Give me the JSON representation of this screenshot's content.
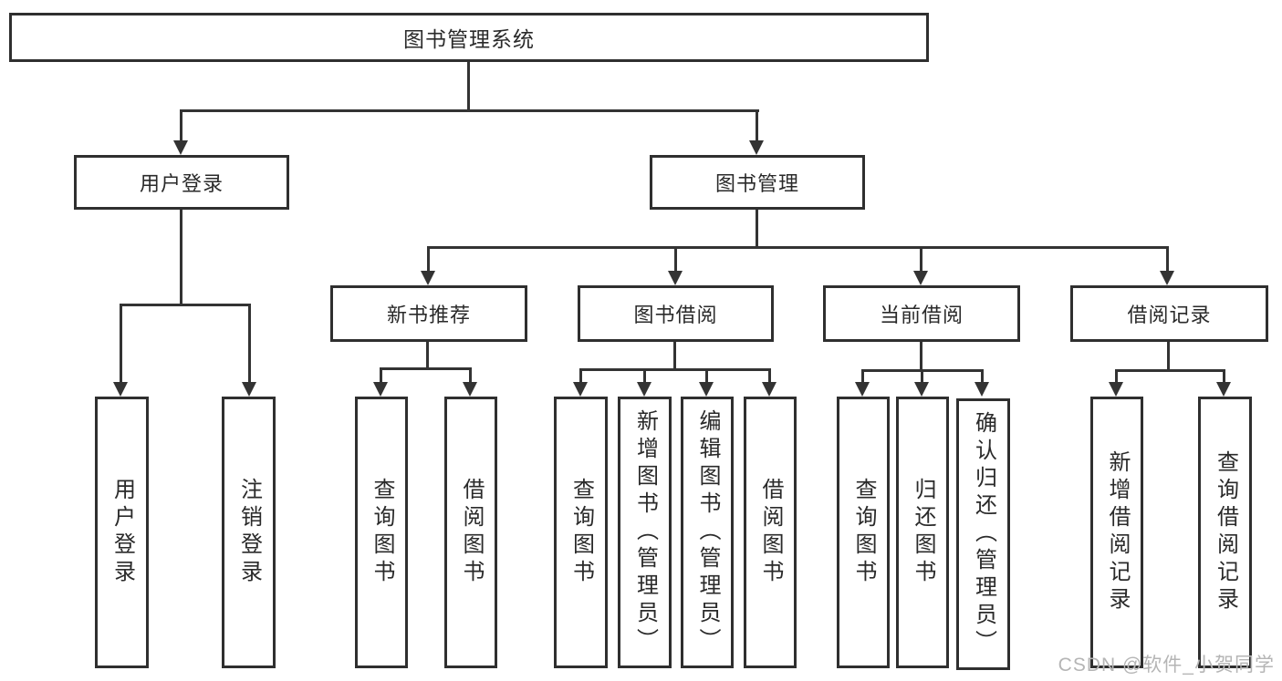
{
  "diagram": {
    "root": "图书管理系统",
    "level2": [
      "用户登录",
      "图书管理"
    ],
    "user_children": [
      "用户登录",
      "注销登录"
    ],
    "book_sections": [
      {
        "label": "新书推荐",
        "children": [
          "查询图书",
          "借阅图书"
        ]
      },
      {
        "label": "图书借阅",
        "children": [
          "查询图书",
          "新增图书（管理员）",
          "编辑图书（管理员）",
          "借阅图书"
        ]
      },
      {
        "label": "当前借阅",
        "children": [
          "查询图书",
          "归还图书",
          "确认归还（管理员）"
        ]
      },
      {
        "label": "借阅记录",
        "children": [
          "新增借阅记录",
          "查询借阅记录"
        ]
      }
    ],
    "watermark": "CSDN @软件_小贺同学",
    "colors": {
      "line": "#333333",
      "border": "#2f2f2f",
      "text": "#2a2a2a",
      "watermark": "#b5b5b5"
    }
  }
}
